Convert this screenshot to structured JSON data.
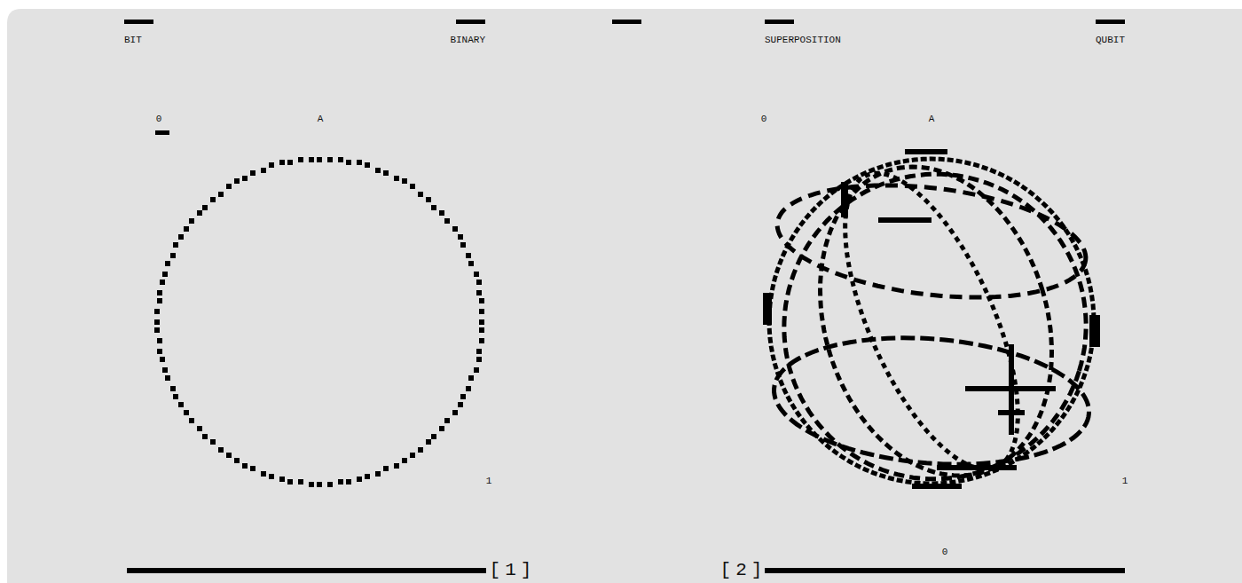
{
  "diagram": {
    "labels": [
      "BIT",
      "BINARY",
      "SUPERPOSITION",
      "QUBIT",
      "0",
      "A",
      "1",
      "[1]",
      "0",
      "A",
      "1",
      "0",
      "[2]"
    ]
  }
}
